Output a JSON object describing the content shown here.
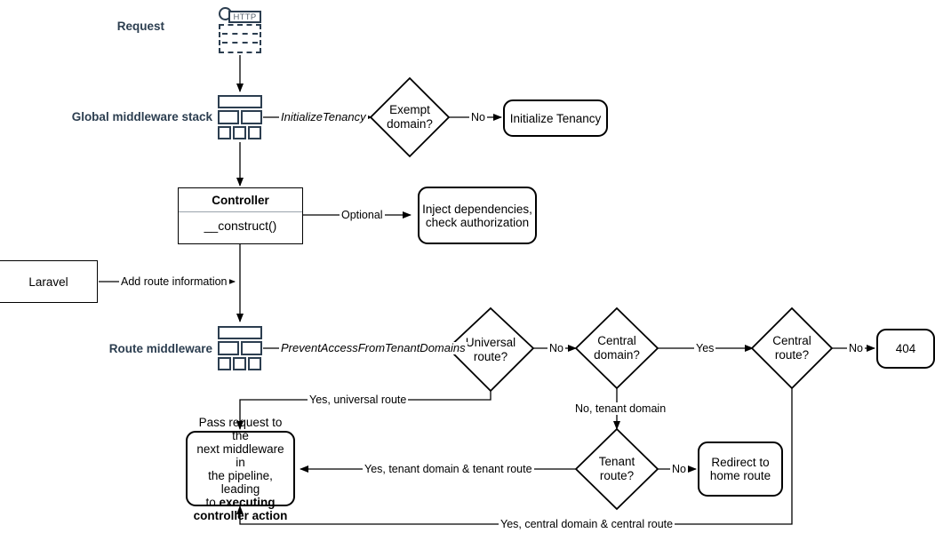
{
  "diagram": {
    "title": "Laravel multi-tenancy request lifecycle flowchart",
    "spine_labels": {
      "request": "Request",
      "global_middleware": "Global middleware stack",
      "route_middleware": "Route middleware"
    },
    "icons": {
      "http_tag": "HTTP",
      "http_request": "http-request-icon",
      "middleware_stack": "middleware-stack-icon"
    },
    "nodes": {
      "initialize_tenancy": "Initialize Tenancy",
      "controller_title": "Controller",
      "controller_method": "__construct()",
      "inject_dependencies": "Inject dependencies,\ncheck authorization",
      "laravel": "Laravel",
      "not_found": "404",
      "redirect_home": "Redirect to\nhome route",
      "pass_request_plain_1": "Pass request to the",
      "pass_request_plain_2": "next middleware in",
      "pass_request_plain_3": "the pipeline, leading",
      "pass_request_plain_4": "to ",
      "pass_request_bold_1": "executing",
      "pass_request_bold_2": "controller action"
    },
    "decisions": {
      "exempt_domain": "Exempt\ndomain?",
      "universal_route": "Universal\nroute?",
      "central_domain": "Central\ndomain?",
      "central_route": "Central\nroute?",
      "tenant_route": "Tenant\nroute?"
    },
    "edge_labels": {
      "initialize_tenancy_mw": "InitializeTenancy",
      "exempt_no": "No",
      "optional": "Optional",
      "add_route_information": "Add route information",
      "prevent_access": "PreventAccessFromTenantDomains",
      "universal_no": "No",
      "central_domain_yes": "Yes",
      "central_route_no": "No",
      "tenant_route_no": "No",
      "yes_universal_route": "Yes, universal route",
      "no_tenant_domain": "No, tenant domain",
      "yes_tenant_domain_tenant_route": "Yes, tenant domain & tenant route",
      "yes_central_domain_central_route": "Yes, central domain & central route"
    },
    "colors": {
      "stroke": "#000000",
      "icon_navy": "#2c3e50",
      "label_navy": "#2c3e50",
      "background": "#ffffff"
    }
  }
}
